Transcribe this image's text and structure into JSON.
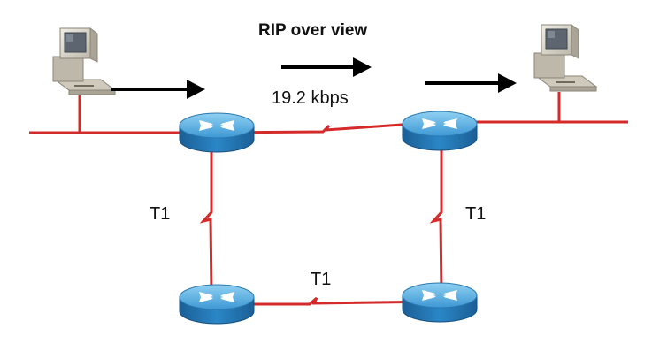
{
  "title": "RIP over view",
  "links": {
    "wan_speed": "19.2 kbps",
    "left_vertical": "T1",
    "right_vertical": "T1",
    "bottom_horizontal": "T1"
  },
  "colors": {
    "link": "#d42a2a",
    "router_top": "#4aa6dc",
    "router_side": "#1a6fae",
    "arrow": "#000000",
    "pc_body": "#d8d4c8"
  },
  "icons": {
    "router": "router-icon",
    "pc": "desktop-computer-icon",
    "arrow": "arrow-right-icon"
  }
}
